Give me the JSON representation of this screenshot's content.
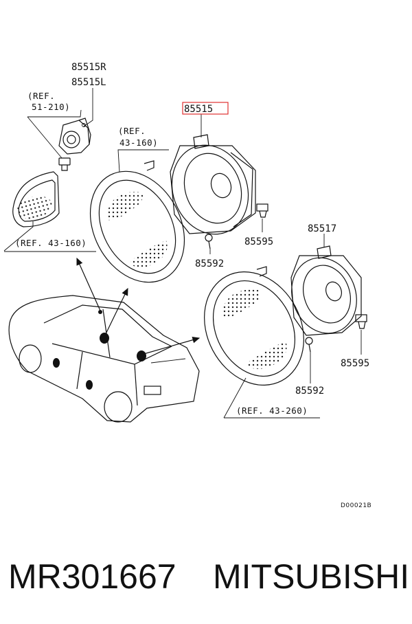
{
  "labels": {
    "part_top_r": "85515R",
    "part_top_l": "85515L",
    "ref_top_line1": "(REF.",
    "ref_top_line2": "51-210)",
    "ref_mid_line1": "(REF.",
    "ref_mid_line2": "43-160)",
    "ref_left": "(REF. 43-160)",
    "highlighted_part": "85515",
    "screw_a": "85595",
    "bolt_a": "85592",
    "speaker_rear": "85517",
    "screw_b": "85595",
    "bolt_b": "85592",
    "ref_bottom": "(REF. 43-260)",
    "diagram_code": "D00021B"
  },
  "caption": {
    "part_number": "MR301667",
    "brand": "MITSUBISHI"
  },
  "colors": {
    "highlight_box": "#e03030",
    "ink": "#111111"
  }
}
